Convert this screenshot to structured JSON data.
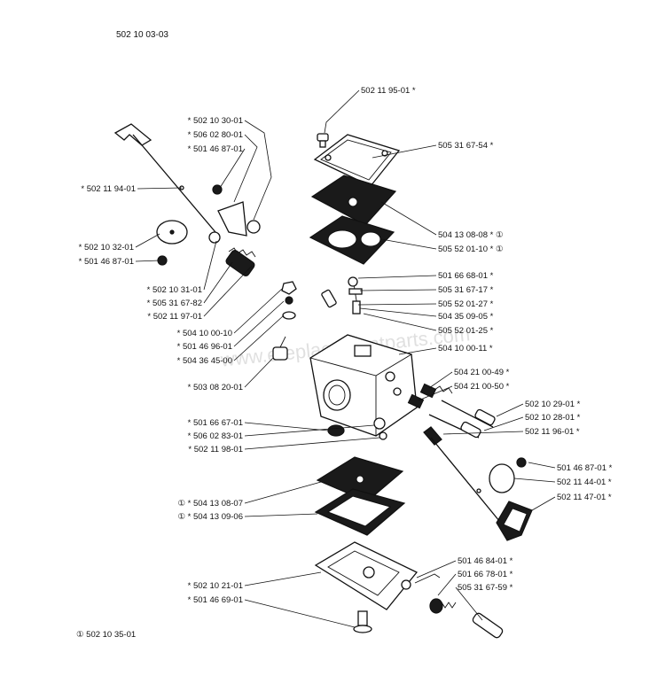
{
  "title": "502 10 03-03",
  "footnote": "① 502 10 35-01",
  "watermark": "www.ereplacementparts.com",
  "parts": [
    {
      "id": "p1",
      "label": "502 11 95-01 *"
    },
    {
      "id": "p2",
      "label": "505 31 67-54 *"
    },
    {
      "id": "p3",
      "label": "504 13 08-08 * ①"
    },
    {
      "id": "p4",
      "label": "505 52 01-10 * ①"
    },
    {
      "id": "p5",
      "label": "501 66 68-01 *"
    },
    {
      "id": "p6",
      "label": "505 31 67-17 *"
    },
    {
      "id": "p7",
      "label": "505 52 01-27 *"
    },
    {
      "id": "p8",
      "label": "504 35 09-05 *"
    },
    {
      "id": "p9",
      "label": "505 52 01-25 *"
    },
    {
      "id": "p10",
      "label": "504 10 00-11 *"
    },
    {
      "id": "p11",
      "label": "504 21 00-49 *"
    },
    {
      "id": "p12",
      "label": "504 21 00-50 *"
    },
    {
      "id": "p13",
      "label": "502 10 29-01 *"
    },
    {
      "id": "p14",
      "label": "502 10 28-01 *"
    },
    {
      "id": "p15",
      "label": "502 11 96-01 *"
    },
    {
      "id": "p16",
      "label": "501 46 87-01 *"
    },
    {
      "id": "p17",
      "label": "502 11 44-01 *"
    },
    {
      "id": "p18",
      "label": "502 11 47-01 *"
    },
    {
      "id": "p19",
      "label": "501 46 84-01 *"
    },
    {
      "id": "p20",
      "label": "501 66 78-01 *"
    },
    {
      "id": "p21",
      "label": "505 31 67-59 *"
    },
    {
      "id": "p22",
      "label": "* 502 10 30-01"
    },
    {
      "id": "p23",
      "label": "* 506 02 80-01"
    },
    {
      "id": "p24",
      "label": "* 501 46 87-01"
    },
    {
      "id": "p25",
      "label": "* 502 11 94-01"
    },
    {
      "id": "p26",
      "label": "* 502 10 32-01"
    },
    {
      "id": "p27",
      "label": "* 501 46 87-01"
    },
    {
      "id": "p28",
      "label": "* 502 10 31-01"
    },
    {
      "id": "p29",
      "label": "* 505 31 67-82"
    },
    {
      "id": "p30",
      "label": "* 502 11 97-01"
    },
    {
      "id": "p31",
      "label": "* 504 10 00-10"
    },
    {
      "id": "p32",
      "label": "* 501 46 96-01"
    },
    {
      "id": "p33",
      "label": "* 504 36 45-00"
    },
    {
      "id": "p34",
      "label": "* 503 08 20-01"
    },
    {
      "id": "p35",
      "label": "* 501 66 67-01"
    },
    {
      "id": "p36",
      "label": "* 506 02 83-01"
    },
    {
      "id": "p37",
      "label": "* 502 11 98-01"
    },
    {
      "id": "p38",
      "label": "① * 504 13 08-07"
    },
    {
      "id": "p39",
      "label": "① * 504 13 09-06"
    },
    {
      "id": "p40",
      "label": "* 502 10 21-01"
    },
    {
      "id": "p41",
      "label": "* 501 46 69-01"
    }
  ]
}
